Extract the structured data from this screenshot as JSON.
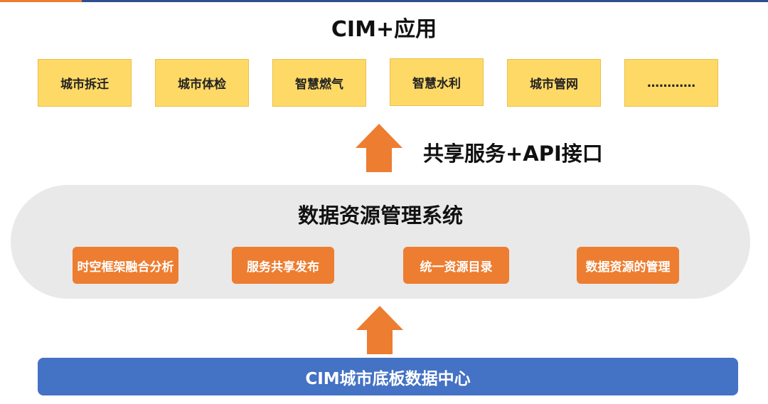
{
  "title": "CIM+应用",
  "applications": [
    "城市拆迁",
    "城市体检",
    "智慧燃气",
    "智慧水利",
    "城市管网",
    "…………"
  ],
  "api_label": "共享服务+API接口",
  "system": {
    "title": "数据资源管理系统",
    "modules": [
      "时空框架融合分析",
      "服务共享发布",
      "统一资源目录",
      "数据资源的管理"
    ]
  },
  "base": "CIM城市底板数据中心",
  "colors": {
    "app_fill": "#ffd966",
    "arrow": "#ed7d31",
    "module_fill": "#ed7d31",
    "system_fill": "#e9e9e9",
    "base_fill": "#4472c4"
  }
}
